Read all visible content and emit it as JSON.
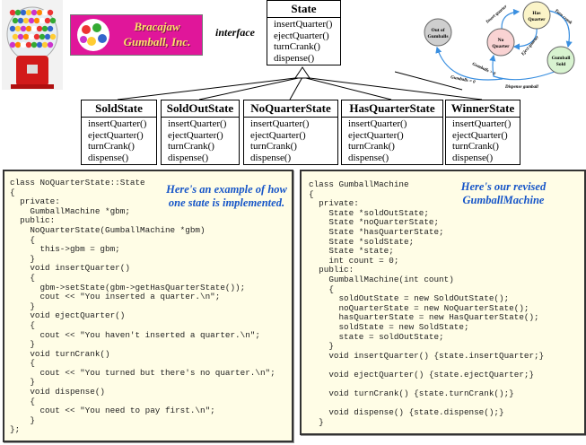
{
  "logo": {
    "text": "Bracajaw Gumball, Inc."
  },
  "interface_label": "interface",
  "state_interface": {
    "name": "State",
    "methods": [
      "insertQuarter()",
      "ejectQuarter()",
      "turnCrank()",
      "dispense()"
    ]
  },
  "subclasses": [
    {
      "name": "SoldState",
      "methods": [
        "insertQuarter()",
        "ejectQuarter()",
        "turnCrank()",
        "dispense()"
      ]
    },
    {
      "name": "SoldOutState",
      "methods": [
        "insertQuarter()",
        "ejectQuarter()",
        "turnCrank()",
        "dispense()"
      ]
    },
    {
      "name": "NoQuarterState",
      "methods": [
        "insertQuarter()",
        "ejectQuarter()",
        "turnCrank()",
        "dispense()"
      ]
    },
    {
      "name": "HasQuarterState",
      "methods": [
        "insertQuarter()",
        "ejectQuarter()",
        "turnCrank()",
        "dispense()"
      ]
    },
    {
      "name": "WinnerState",
      "methods": [
        "insertQuarter()",
        "ejectQuarter()",
        "turnCrank()",
        "dispense()"
      ]
    }
  ],
  "state_diagram": {
    "states": [
      "Out of Gumballs",
      "No Quarter",
      "Has Quarter",
      "Gumball Sold"
    ],
    "transitions": [
      "Insert quarter",
      "Eject quarter",
      "Turn crank",
      "Dispense gumball",
      "Gumballs > 0",
      "Gumballs = 0"
    ],
    "colors": {
      "out": "#cfcfcf",
      "noq": "#f9d3d3",
      "hasq": "#fbf4c8",
      "sold": "#d8f3d0",
      "arrow": "#3a8fe0"
    }
  },
  "left_code": {
    "note": "Here's an example of how one state is implemented.",
    "lines": [
      "class NoQuarterState::State",
      "{",
      "  private:",
      "    GumballMachine *gbm;",
      "  public:",
      "    NoQuarterState(GumballMachine *gbm)",
      "    {",
      "      this->gbm = gbm;",
      "    }",
      "    void insertQuarter()",
      "    {",
      "      gbm->setState(gbm->getHasQuarterState());",
      "      cout << \"You inserted a quarter.\\n\";",
      "    }",
      "    void ejectQuarter()",
      "    {",
      "      cout << \"You haven't inserted a quarter.\\n\";",
      "    }",
      "    void turnCrank()",
      "    {",
      "      cout << \"You turned but there's no quarter.\\n\";",
      "    }",
      "    void dispense()",
      "    {",
      "      cout << \"You need to pay first.\\n\";",
      "    }",
      "};"
    ]
  },
  "right_code": {
    "note": "Here's our revised GumballMachine",
    "lines": [
      "class GumballMachine",
      "{",
      "  private:",
      "    State *soldOutState;",
      "    State *noQuarterState;",
      "    State *hasQuarterState;",
      "    State *soldState;",
      "    State *state;",
      "    int count = 0;",
      "  public:",
      "    GumballMachine(int count)",
      "    {",
      "      soldOutState = new SoldOutState();",
      "      noQuarterState = new NoQuarterState();",
      "      hasQuarterState = new HasQuarterState();",
      "      soldState = new SoldState;",
      "      state = soldOutState;",
      "    }",
      "    void insertQuarter() {state.insertQuarter;}",
      "",
      "    void ejectQuarter() {state.ejectQuarter;}",
      "",
      "    void turnCrank() {state.turnCrank();}",
      "",
      "    void dispense() {state.dispense();}",
      "  }"
    ]
  }
}
